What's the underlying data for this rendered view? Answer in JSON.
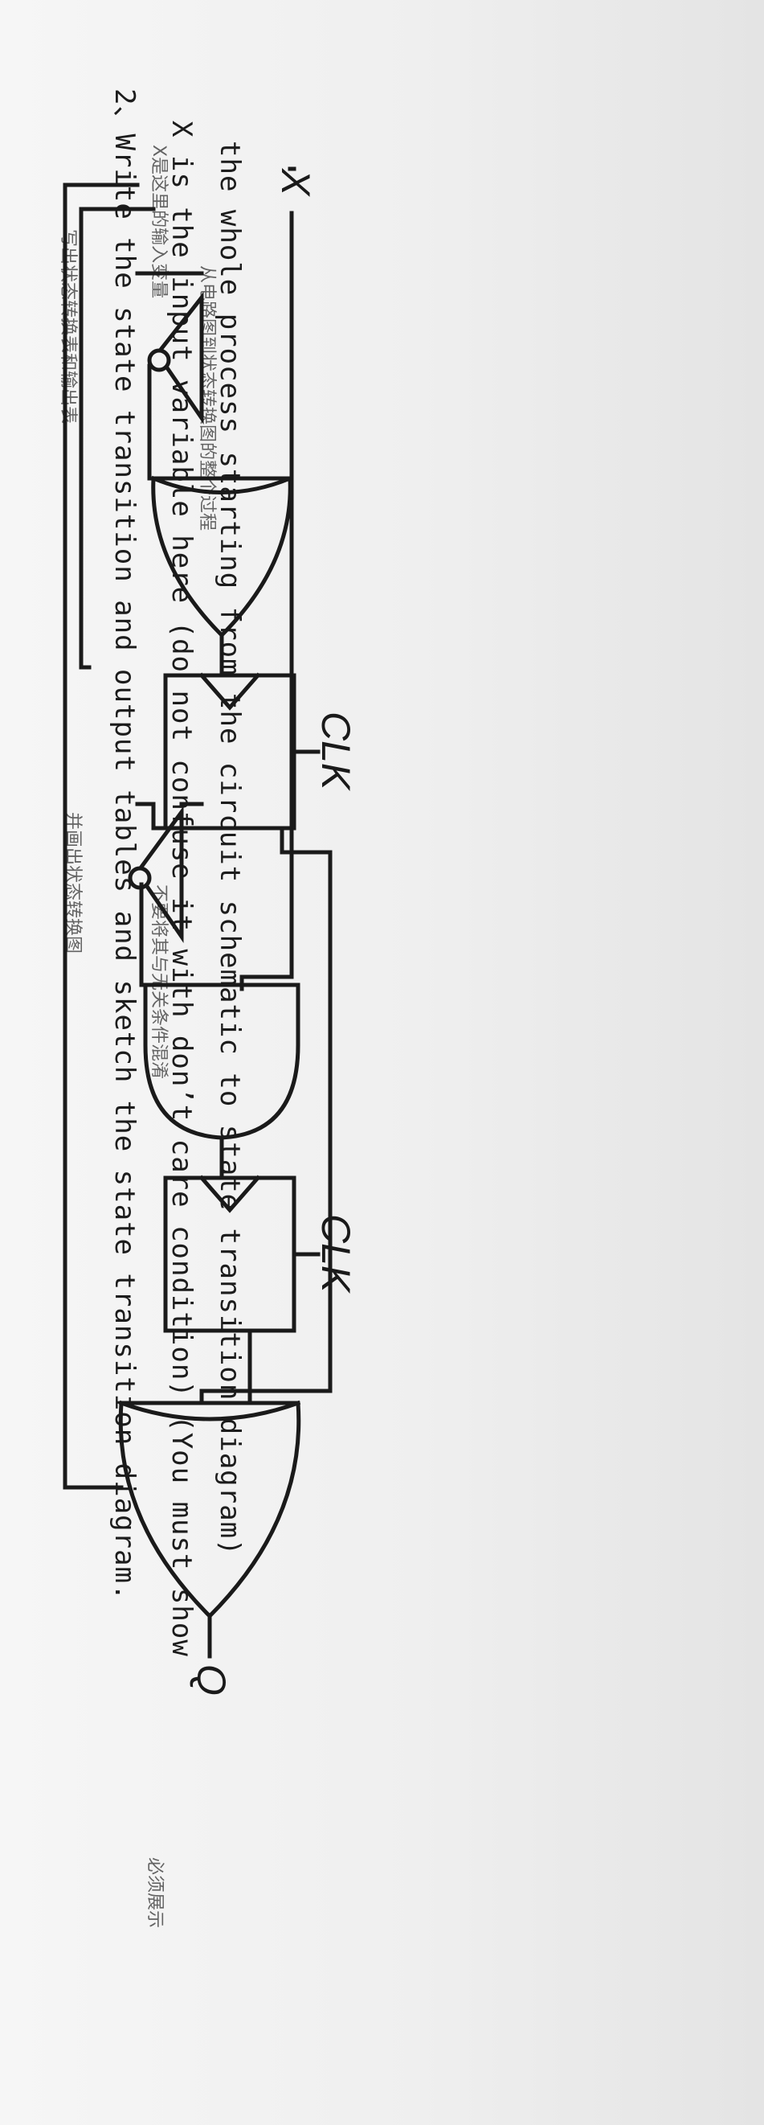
{
  "problem": {
    "number": "2、",
    "line1": "Write the state transition and output tables and sketch the state transition diagram.",
    "line2": "X is the input variable here (do not confuse it with don’t care condition) (You must show",
    "line3": "the whole process starting from the circuit schematic to state transition diagram)"
  },
  "annotations": {
    "note_top_left": "写出状态转换表和输出表",
    "note_top_right": "并画出状态转换图",
    "note_input": "X是这里的输入变量",
    "note_dontcare": "不要将其与无关条件混淆",
    "note_process": "从电路图到状态转换图的整个过程",
    "note_right": "必须展示"
  },
  "circuit": {
    "input_label": "X",
    "clk1_label": "CLK",
    "clk2_label": "CLK",
    "output_label": "Q"
  }
}
